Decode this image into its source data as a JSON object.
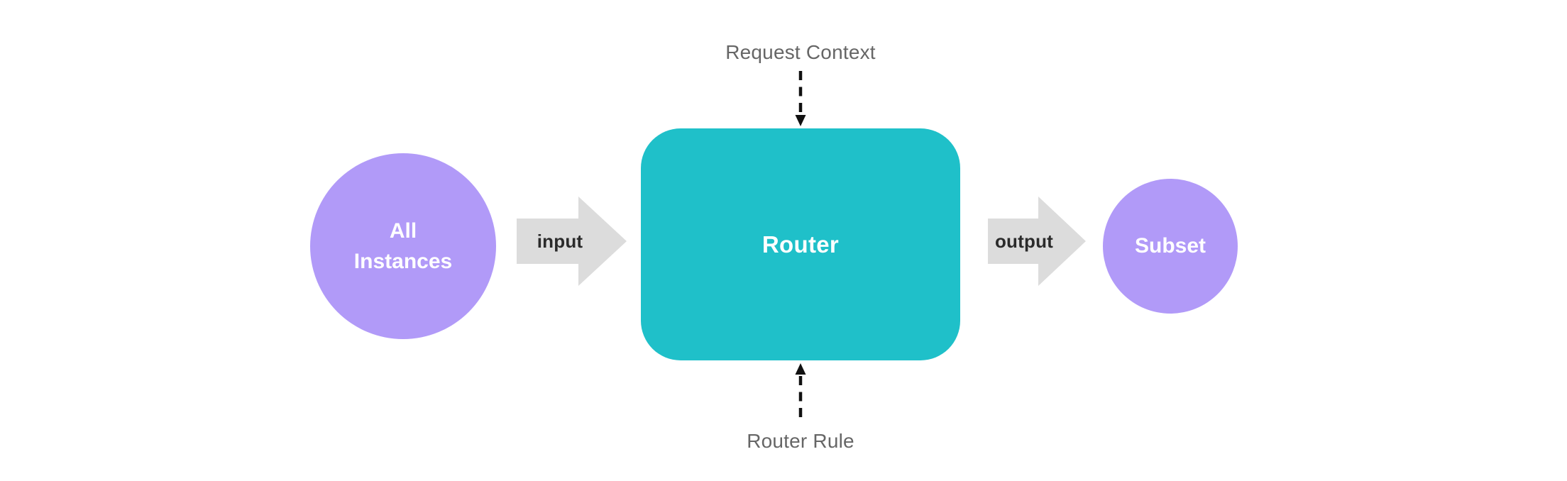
{
  "diagram": {
    "annotations": {
      "top": "Request Context",
      "bottom": "Router Rule"
    },
    "nodes": {
      "all_instances": {
        "label": "All\nInstances"
      },
      "router": {
        "label": "Router"
      },
      "subset": {
        "label": "Subset"
      }
    },
    "arrows": {
      "input": {
        "label": "input"
      },
      "output": {
        "label": "output"
      }
    }
  },
  "colors": {
    "background": "#ffffff",
    "node_purple": "#b19af8",
    "node_teal": "#1fc0c9",
    "arrow_gray": "#dcdcdc",
    "annotation_text": "#666666",
    "arrow_label_text": "#2b2b2b",
    "connector_black": "#111111",
    "node_text": "#ffffff"
  }
}
